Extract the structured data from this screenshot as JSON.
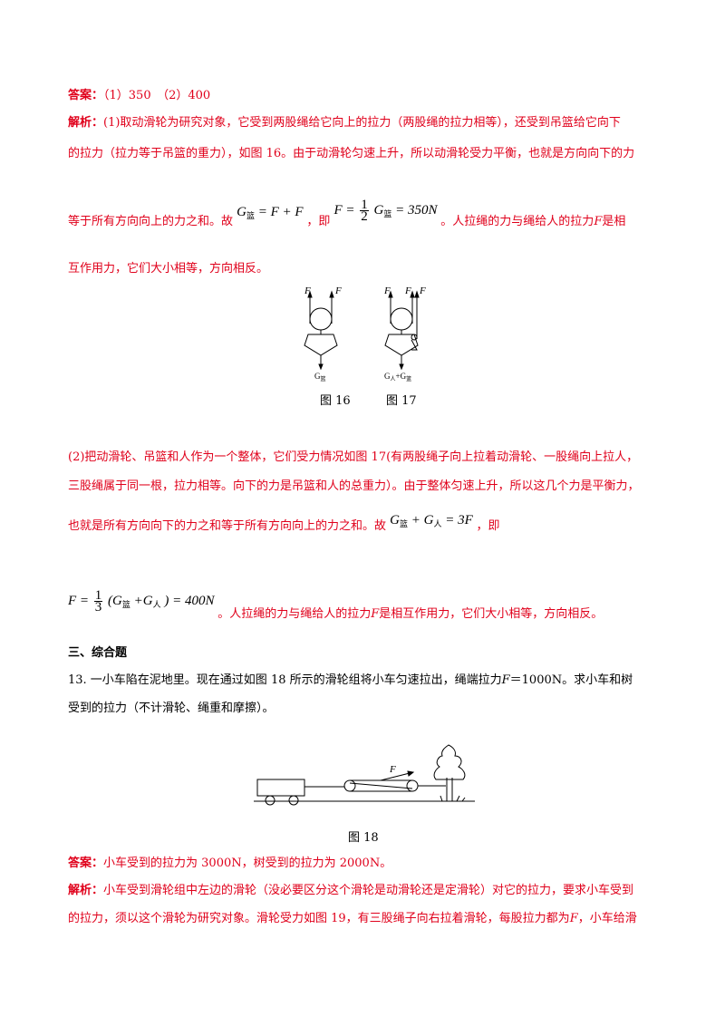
{
  "answer1": {
    "label": "答案：",
    "text": "（1）350　（2）400"
  },
  "analysis1": {
    "label": "解析：",
    "l1": "(1)取动滑轮为研究对象，它受到两股绳给它向上的拉力（两股绳的拉力相等），还受到吊篮给它向下",
    "l2": "的拉力（拉力等于吊篮的重力），如图 16。由于动滑轮匀速上升，所以动滑轮受力平衡，也就是方向向下的力",
    "l3_pre": "等于所有方向向上的力之和。故",
    "l3_mid": "，即",
    "l3_post": "。人拉绳的力与绳给人的拉力",
    "l3_end": "是相",
    "l4": "互作用力，它们大小相等，方向相反。"
  },
  "math1": {
    "g": "G",
    "g_sub": "篮",
    "eq": "= F + F",
    "f_eq": "F =",
    "num": "1",
    "den": "2",
    "rhs": "= 350N"
  },
  "fig16": {
    "caption": "图 16",
    "label_f_left": "F",
    "label_f_right": "F",
    "label_g": "G",
    "label_g_sub": "篮"
  },
  "fig17": {
    "caption": "图 17",
    "label_f1": "F",
    "label_f2": "F",
    "label_f3": "F",
    "label_g": "G",
    "label_g_sub1": "人",
    "label_plus": "+G",
    "label_g_sub2": "篮"
  },
  "analysis2": {
    "l1": "(2)把动滑轮、吊篮和人作为一个整体，它们受力情况如图 17(有两股绳子向上拉着动滑轮、一股绳向上拉人，",
    "l2": "三股绳属于同一根，拉力相等。向下的力是吊篮和人的总重力）。由于整体匀速上升，所以这几个力是平衡力，",
    "l3_pre": "也就是所有方向向下的力之和等于所有方向向上的力之和。故",
    "l3_post": "，即",
    "l4_post": "。人拉绳的力与绳给人的拉力",
    "l4_end": "是相互作用力，它们大小相等，方向相反。"
  },
  "math2": {
    "g1": "G",
    "g1_sub": "篮",
    "plus": "+ G",
    "g2_sub": "人",
    "rhs": "= 3F",
    "f_eq": "F =",
    "num": "1",
    "den": "3",
    "paren": "(G",
    "paren_sub1": "篮",
    "paren_plus": "+G",
    "paren_sub2": "人",
    "paren_close": ") = 400N"
  },
  "section3": {
    "title": "三、综合题"
  },
  "q13": {
    "l1_pre": "13. 一小车陷在泥地里。现在通过如图 18 所示的滑轮组将小车匀速拉出，绳端拉力",
    "l1_f": "F",
    "l1_post": "＝1000N。求小车和树",
    "l2": "受到的拉力（不计滑轮、绳重和摩擦）。"
  },
  "fig18": {
    "caption": "图 18",
    "label_f": "F"
  },
  "answer13": {
    "label": "答案：",
    "text": "小车受到的拉力为 3000N，树受到的拉力为 2000N。"
  },
  "analysis13": {
    "label": "解析：",
    "l1": "小车受到滑轮组中左边的滑轮（没必要区分这个滑轮是动滑轮还是定滑轮）对它的拉力，要求小车受到",
    "l2_pre": "的拉力，须以这个滑轮为研究对象。滑轮受力如图 19，有三股绳子向右拉着滑轮，每股拉力都为",
    "l2_f": "F",
    "l2_post": "，小车给滑"
  },
  "italic_f": "F"
}
